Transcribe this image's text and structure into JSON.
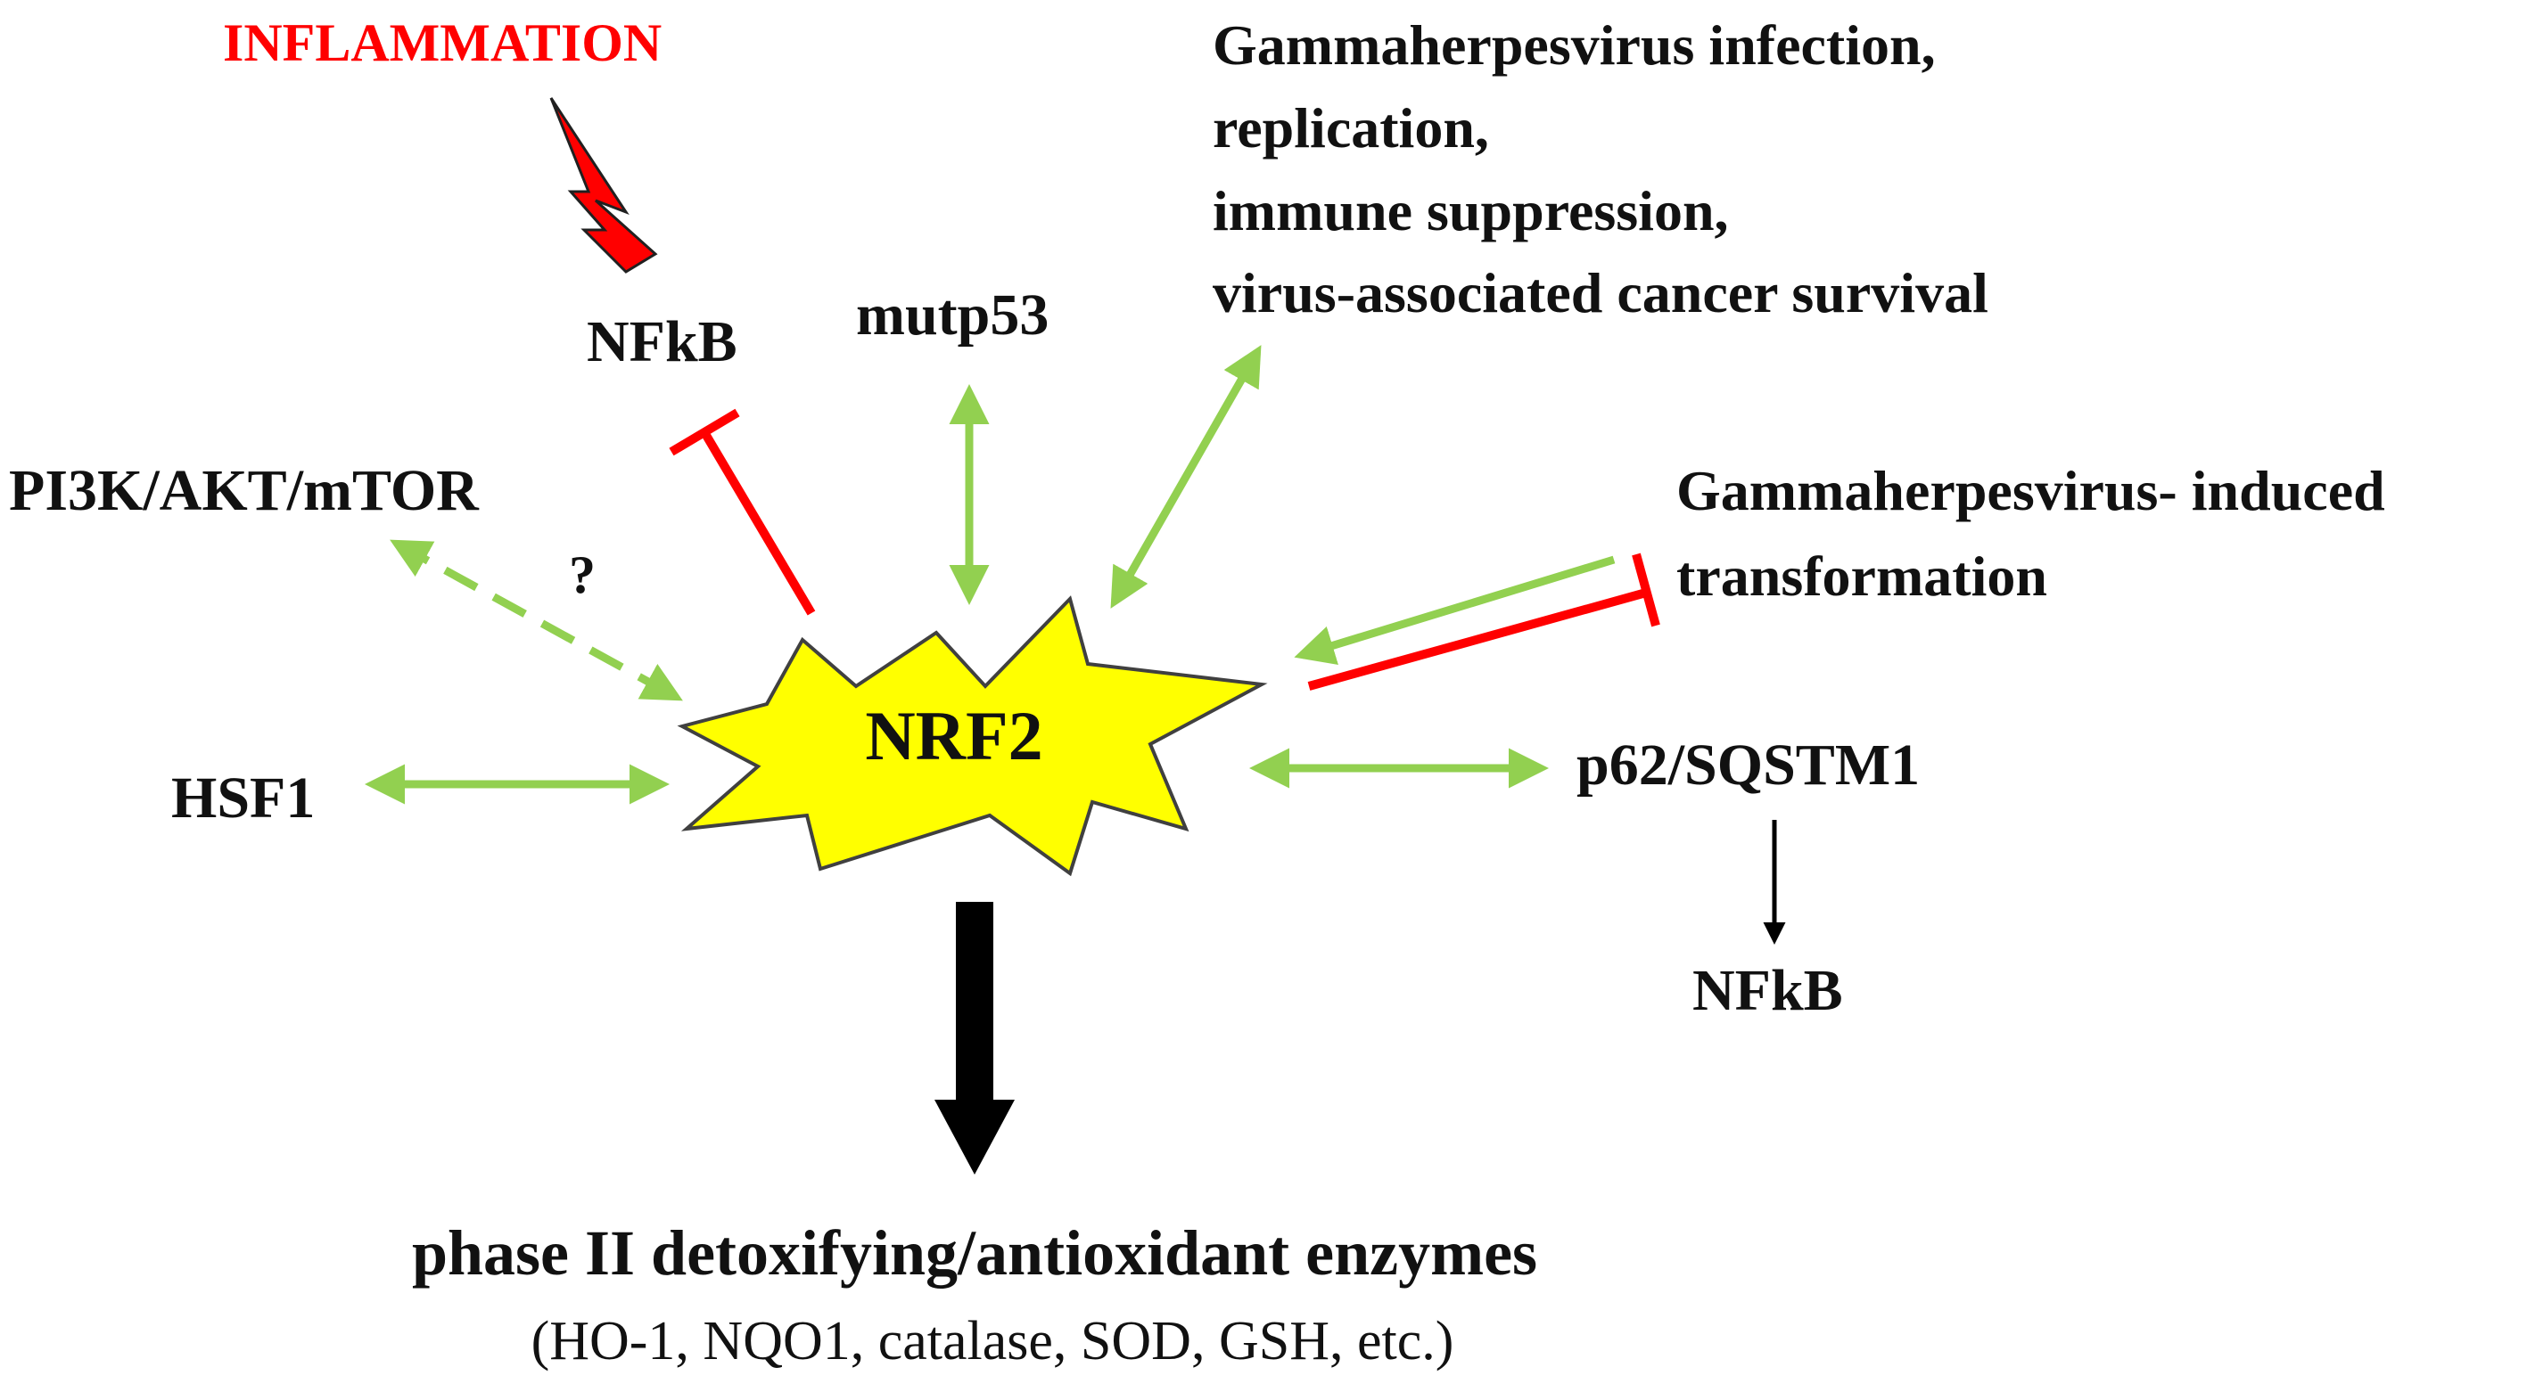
{
  "colors": {
    "activation": "#92D050",
    "inhibition": "#FF0000",
    "burst_fill": "#FFFF00",
    "burst_stroke": "#404040",
    "lightning": "#FF0000",
    "text": "#111111",
    "inflammation_text": "#FF0000",
    "black_arrow": "#000000"
  },
  "nodes": {
    "center": "NRF2",
    "inflammation": "INFLAMMATION",
    "nfkb_top": "NFkB",
    "mutp53": "mutp53",
    "gammaherpes_infection": [
      "Gammaherpesvirus  infection,",
      "replication,",
      "immune  suppression,",
      "virus-associated  cancer survival"
    ],
    "pi3k": "PI3K/AKT/mTOR",
    "question": "?",
    "gammaherpes_transformation": [
      "Gammaherpesvirus-  induced",
      "transformation"
    ],
    "hsf1": "HSF1",
    "p62": "p62/SQSTM1",
    "nfkb_bottom": "NFkB",
    "output_title": "phase II detoxifying/antioxidant enzymes",
    "output_list": "(HO-1, NQO1, catalase, SOD, GSH, etc.)"
  }
}
